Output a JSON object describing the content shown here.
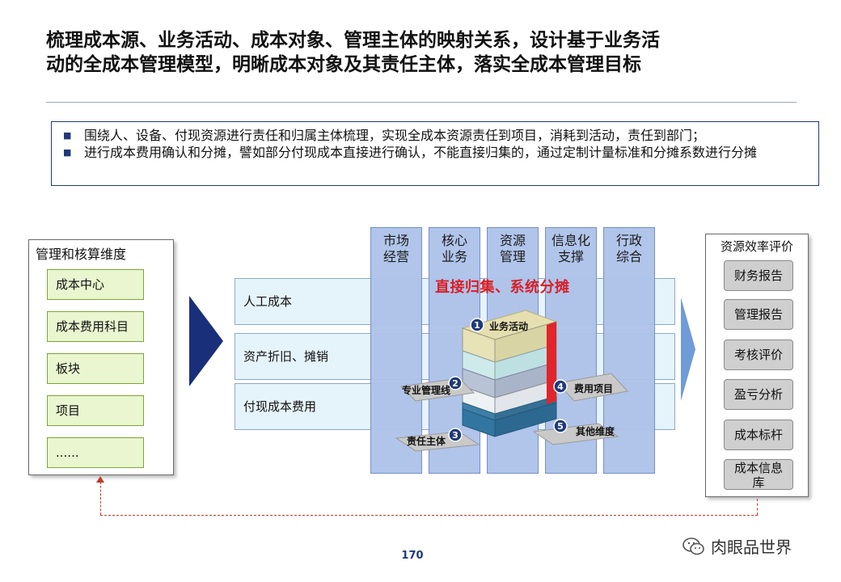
{
  "title": "梳理成本源、业务活动、成本对象、管理主体的映射关系，设计基于业务活动的全成本管理模型，明晰成本对象及其责任主体，落实全成本管理目标",
  "bullets": [
    "围绕人、设备、付现资源进行责任和归属主体梳理，实现全成本资源责任到项目，消耗到活动，责任到部门；",
    "进行成本费用确认和分摊，譬如部分付现成本直接进行确认，不能直接归集的，通过定制计量标准和分摊系数进行分摊"
  ],
  "left_panel": {
    "title": "管理和核算维度",
    "items": [
      "成本中心",
      "成本费用科目",
      "板块",
      "项目",
      "......"
    ]
  },
  "rows": [
    "人工成本",
    "资产折旧、摊销",
    "付现成本费用"
  ],
  "columns": [
    "市场\n经营",
    "核心\n业务",
    "资源\n管理",
    "信息化\n支撑",
    "行政\n综合"
  ],
  "banner": "直接归集、系统分摊",
  "cube_labels": [
    {
      "num": "1",
      "text": "业务活动"
    },
    {
      "num": "2",
      "text": "专业管理线"
    },
    {
      "num": "3",
      "text": "责任主体"
    },
    {
      "num": "4",
      "text": "费用项目"
    },
    {
      "num": "5",
      "text": "其他维度"
    }
  ],
  "right_panel": {
    "title": "资源效率评价",
    "items": [
      "财务报告",
      "管理报告",
      "考核评价",
      "盈亏分析",
      "成本标杆",
      "成本信息\n库"
    ]
  },
  "page_number": "170",
  "watermark": "肉眼品世界",
  "colors": {
    "navy": "#1a2f7a",
    "banner_red": "#d81f26",
    "column_blue": "#aec3ea",
    "row_blue": "#e5f3fb",
    "left_item_green": "#e9f6cf",
    "right_item_gray": "#cfcfcf"
  }
}
